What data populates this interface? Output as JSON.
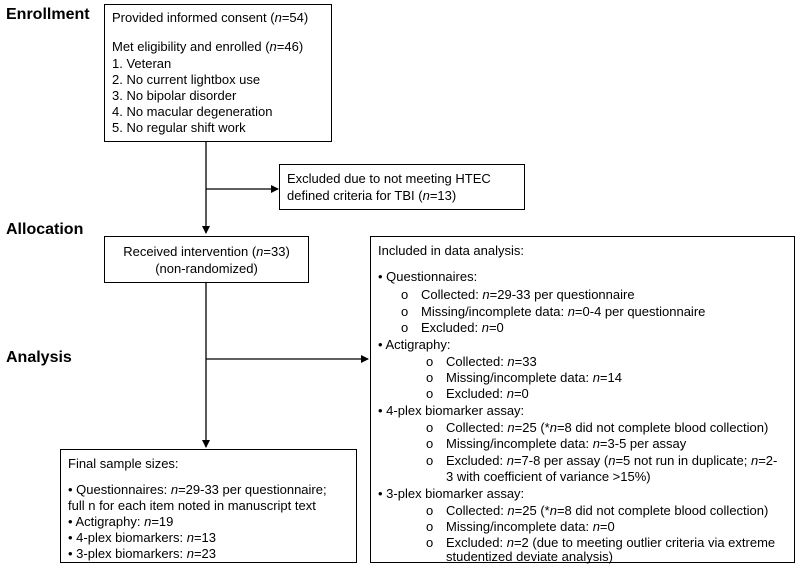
{
  "stages": {
    "enrollment": "Enrollment",
    "allocation": "Allocation",
    "analysis": "Analysis"
  },
  "enrollment_box": {
    "consent": [
      "Provided informed consent (",
      "n",
      "=54)"
    ],
    "eligible": [
      "Met eligibility and enrolled (",
      "n",
      "=46)"
    ],
    "criteria": [
      "1.  Veteran",
      "2.  No current lightbox use",
      "3.  No bipolar disorder",
      "4.  No macular degeneration",
      "5.  No regular shift work"
    ]
  },
  "excluded_box": {
    "line1": "Excluded due to not meeting HTEC",
    "line2": [
      "defined criteria for TBI (",
      "n",
      "=13)"
    ]
  },
  "intervention_box": {
    "line1": [
      "Received intervention (",
      "n",
      "=33)"
    ],
    "line2": "(non-randomized)"
  },
  "analysis_box": {
    "title": "Included in data analysis:",
    "groups": [
      {
        "label": "• Questionnaires:",
        "items": [
          [
            "o",
            "Collected: ",
            "n",
            "=29-33 per questionnaire"
          ],
          [
            "o",
            "Missing/incomplete data: ",
            "n",
            "=0-4 per questionnaire"
          ],
          [
            "o",
            "Excluded: ",
            "n",
            "=0"
          ]
        ]
      },
      {
        "label": "• Actigraphy:",
        "items": [
          [
            "o",
            "Collected: ",
            "n",
            "=33"
          ],
          [
            "o",
            "Missing/incomplete data: ",
            "n",
            "=14"
          ],
          [
            "o",
            "Excluded: ",
            "n",
            "=0"
          ]
        ]
      },
      {
        "label": "• 4-plex biomarker assay:",
        "items": [
          [
            "o",
            "Collected: ",
            "n",
            "=25 (*",
            "n",
            "=8 did not complete blood collection)"
          ],
          [
            "o",
            "Missing/incomplete data: ",
            "n",
            "=3-5 per assay"
          ],
          [
            "o",
            "Excluded: ",
            "n",
            "=7-8 per assay (",
            "n",
            "=5 not run in duplicate; ",
            "n",
            "=2-"
          ],
          [
            "",
            "3 with coefficient of variance >15%)"
          ]
        ]
      },
      {
        "label": "• 3-plex biomarker assay:",
        "items": [
          [
            "o",
            "Collected: ",
            "n",
            "=25 (*",
            "n",
            "=8 did not complete blood collection)"
          ],
          [
            "o",
            "Missing/incomplete data: ",
            "n",
            "=0"
          ],
          [
            "o",
            "Excluded: ",
            "n",
            "=2 (due to meeting outlier criteria via extreme"
          ],
          [
            "",
            "studentized deviate analysis)"
          ]
        ]
      }
    ]
  },
  "final_box": {
    "title": "Final sample sizes:",
    "lines": [
      [
        "• Questionnaires: ",
        "n",
        "=29-33 per questionnaire;"
      ],
      [
        "full n for each item noted in manuscript text"
      ],
      [
        "• Actigraphy: ",
        "n",
        "=19"
      ],
      [
        "• 4-plex biomarkers: ",
        "n",
        "=13"
      ],
      [
        "• 3-plex biomarkers: ",
        "n",
        "=23"
      ]
    ]
  }
}
